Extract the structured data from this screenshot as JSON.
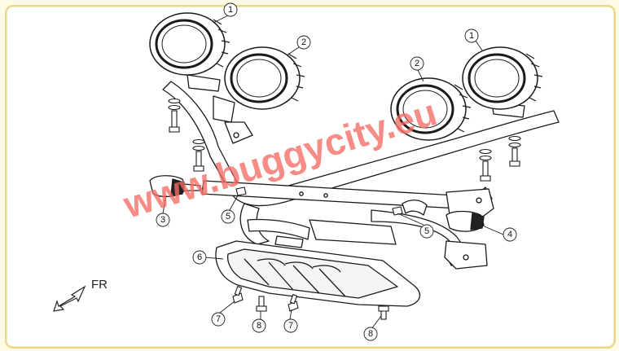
{
  "diagram": {
    "watermark": "www.buggycity.eu",
    "direction_label": "FR",
    "callouts": [
      "1",
      "2",
      "2",
      "1",
      "3",
      "5",
      "5",
      "4",
      "6",
      "7",
      "8",
      "7",
      "8"
    ],
    "colors": {
      "background": "#fffbe6",
      "panel_border": "#e8d98a",
      "line": "#1a1a1a",
      "watermark": "#f46d63"
    }
  }
}
